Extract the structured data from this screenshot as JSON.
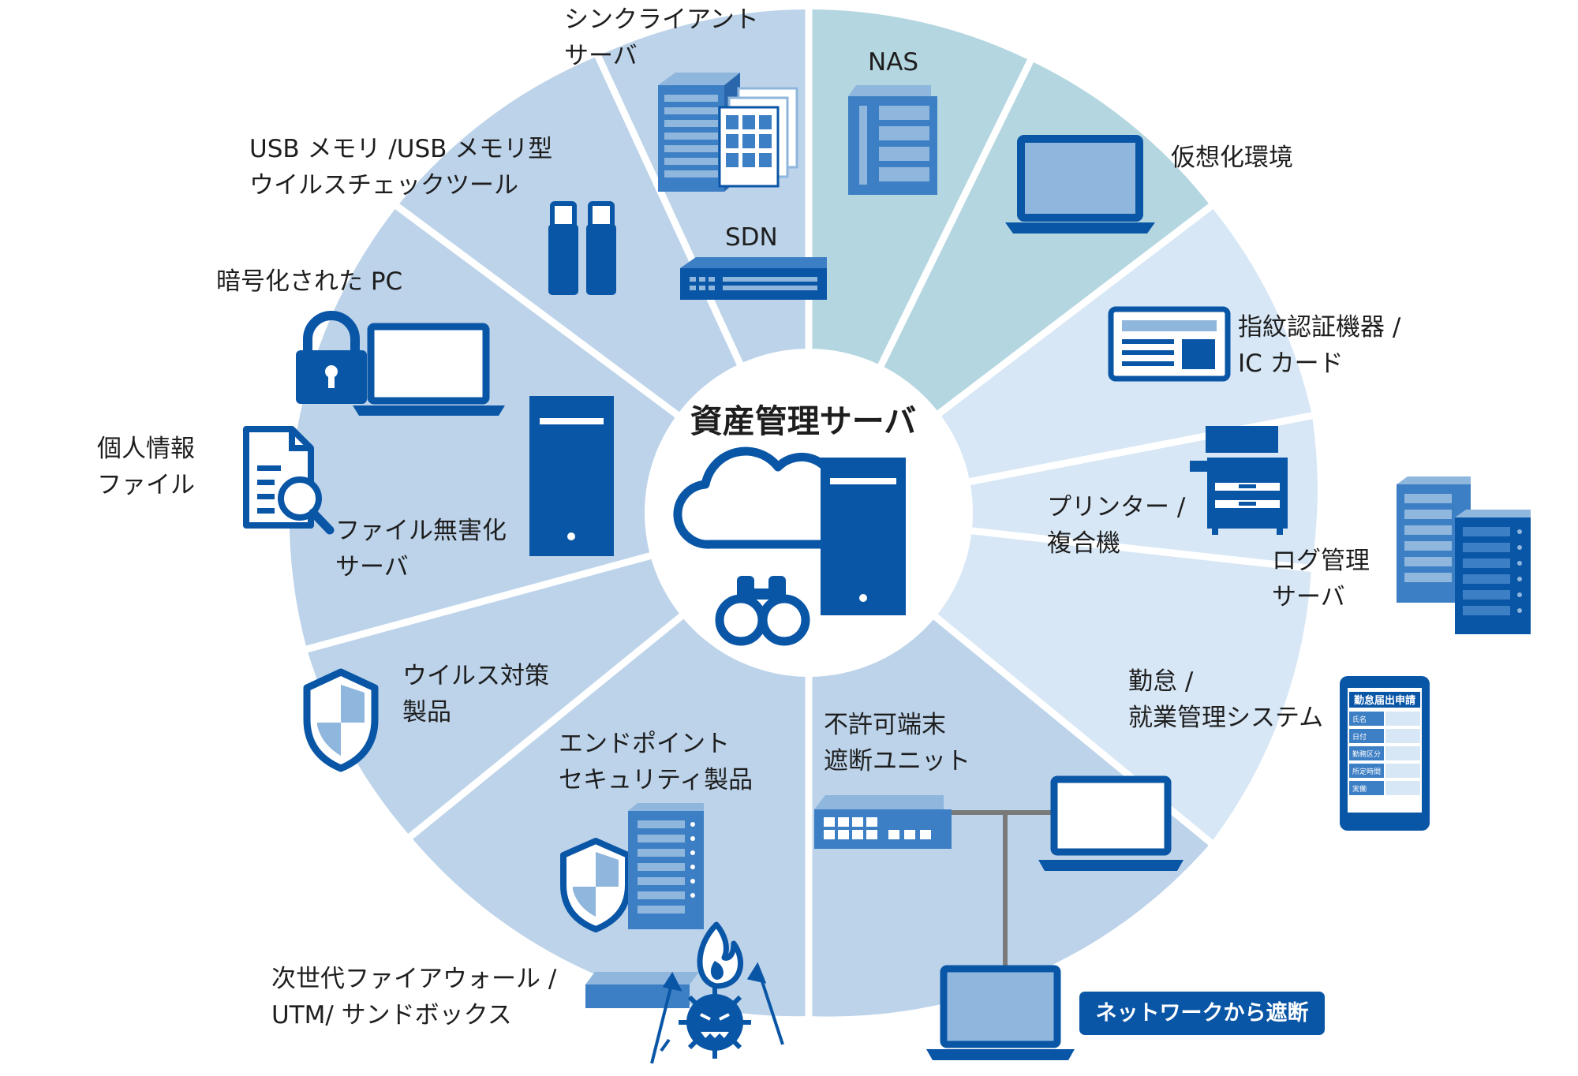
{
  "center": {
    "title": "資産管理サーバ"
  },
  "segments": [
    {
      "id": "nas",
      "label": "NAS",
      "color": "#b3d6e0"
    },
    {
      "id": "virtual",
      "label": "仮想化環境",
      "color": "#b3d6e0"
    },
    {
      "id": "fingerprint",
      "lines": [
        "指紋認証機器 /",
        "IC カード"
      ],
      "color": "#d7e7f6"
    },
    {
      "id": "printer",
      "lines": [
        "プリンター /",
        "複合機"
      ],
      "color": "#d7e7f6"
    },
    {
      "id": "log-server",
      "lines": [
        "ログ管理",
        "サーバ"
      ],
      "color": "#d7e7f6"
    },
    {
      "id": "attendance",
      "lines": [
        "勤怠 /",
        "就業管理システム"
      ],
      "color": "#d7e7f6"
    },
    {
      "id": "block-unit",
      "lines": [
        "不許可端末",
        "遮断ユニット"
      ],
      "color": "#bcd3ea"
    },
    {
      "id": "endpoint",
      "lines": [
        "エンドポイント",
        "セキュリティ製品"
      ],
      "color": "#bcd3ea"
    },
    {
      "id": "firewall",
      "lines": [
        "次世代ファイアウォール /",
        "UTM/ サンドボックス"
      ],
      "color": "#bcd3ea"
    },
    {
      "id": "antivirus",
      "lines": [
        "ウイルス対策",
        "製品"
      ],
      "color": "#bcd3ea"
    },
    {
      "id": "sanitize",
      "lines": [
        "ファイル無害化",
        "サーバ"
      ],
      "color": "#bcd3ea"
    },
    {
      "id": "personal-info",
      "lines": [
        "個人情報",
        "ファイル"
      ],
      "color": "#bcd3ea"
    },
    {
      "id": "encrypted-pc",
      "label": "暗号化された PC",
      "color": "#bcd3ea"
    },
    {
      "id": "usb",
      "lines": [
        "USB メモリ /USB メモリ型",
        "ウイルスチェックツール"
      ],
      "color": "#bcd3ea"
    },
    {
      "id": "thin-client",
      "lines": [
        "シンクライアント",
        "サーバ"
      ],
      "color": "#bcd3ea"
    },
    {
      "id": "sdn",
      "label": "SDN",
      "color": "#bcd3ea"
    }
  ],
  "network_badge": "ネットワークから遮断",
  "attendance_form": {
    "title": "勤怠届出申請",
    "rows": [
      "氏名",
      "日付",
      "勤務区分",
      "所定時間",
      "実働"
    ]
  },
  "colors": {
    "primary": "#0a56a6",
    "mid": "#3d7fc4",
    "light": "#8fb6dd",
    "teal": "#b3d6e0",
    "pale": "#d7e7f6",
    "base": "#bcd3ea"
  },
  "icons": [
    "cloud-icon",
    "binoculars-icon",
    "tower-server-icon",
    "nas-icon",
    "laptop-icon",
    "id-card-icon",
    "printer-icon",
    "server-pair-icon",
    "tablet-form-icon",
    "network-switch-icon",
    "shield-icon",
    "virus-icon",
    "flame-icon",
    "padlock-icon",
    "file-search-icon",
    "usb-stick-icon",
    "rack-server-icon"
  ]
}
